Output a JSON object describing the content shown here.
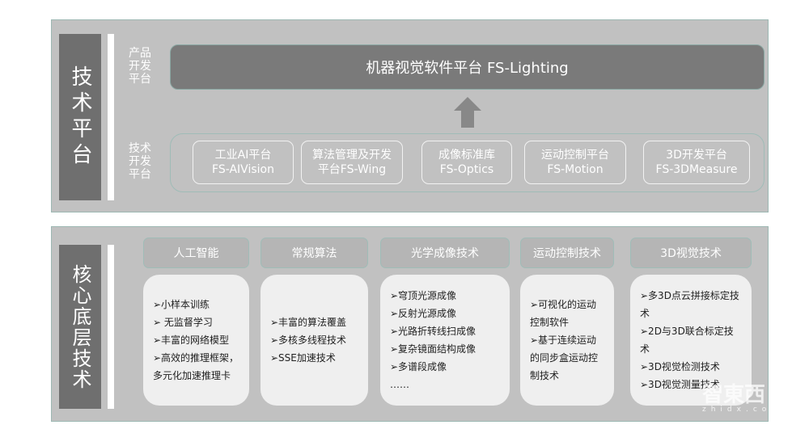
{
  "tech_platform": {
    "label": "技术平台",
    "product_label": "产品开发平台",
    "tech_label": "技术开发平台",
    "banner": "机器视觉软件平台 FS-Lighting",
    "arrow_icon": "up-arrow-icon",
    "modules": [
      {
        "line1": "工业AI平台",
        "line2": "FS-AIVision"
      },
      {
        "line1": "算法管理及开发",
        "line2": "平台FS-Wing"
      },
      {
        "line1": "成像标准库",
        "line2": "FS-Optics"
      },
      {
        "line1": "运动控制平台",
        "line2": "FS-Motion"
      },
      {
        "line1": "3D开发平台",
        "line2": "FS-3DMeasure"
      }
    ]
  },
  "core_tech": {
    "label": "核心底层技术",
    "columns": [
      {
        "title": "人工智能",
        "items": [
          "➢小样本训练",
          "➢ 无监督学习",
          "➢丰富的网络模型",
          "➢高效的推理框架，多元化加速推理卡"
        ]
      },
      {
        "title": "常规算法",
        "items": [
          "➢丰富的算法覆盖",
          "➢多核多线程技术",
          "➢SSE加速技术"
        ]
      },
      {
        "title": "光学成像技术",
        "items": [
          "➢穹顶光源成像",
          "➢反射光源成像",
          "➢光路折转线扫成像",
          "➢复杂镜面结构成像",
          "➢多谱段成像",
          "……"
        ]
      },
      {
        "title": "运动控制技术",
        "items": [
          "➢可视化的运动控制软件",
          "➢基于连续运动的同步盒运动控制技术"
        ]
      },
      {
        "title": "3D视觉技术",
        "items": [
          "➢多3D点云拼接标定技术",
          "➢2D与3D联合标定技术",
          "➢3D视觉检测技术",
          "➢3D视觉测量技术"
        ]
      }
    ]
  },
  "watermark": {
    "logo": "智東西",
    "url": "zhidx.com"
  },
  "colors": {
    "panel": "#c1c1c1",
    "dark": "#6f6f6f",
    "banner": "#7a7a7a",
    "card": "#efefef",
    "border": "#9fbcb7"
  }
}
